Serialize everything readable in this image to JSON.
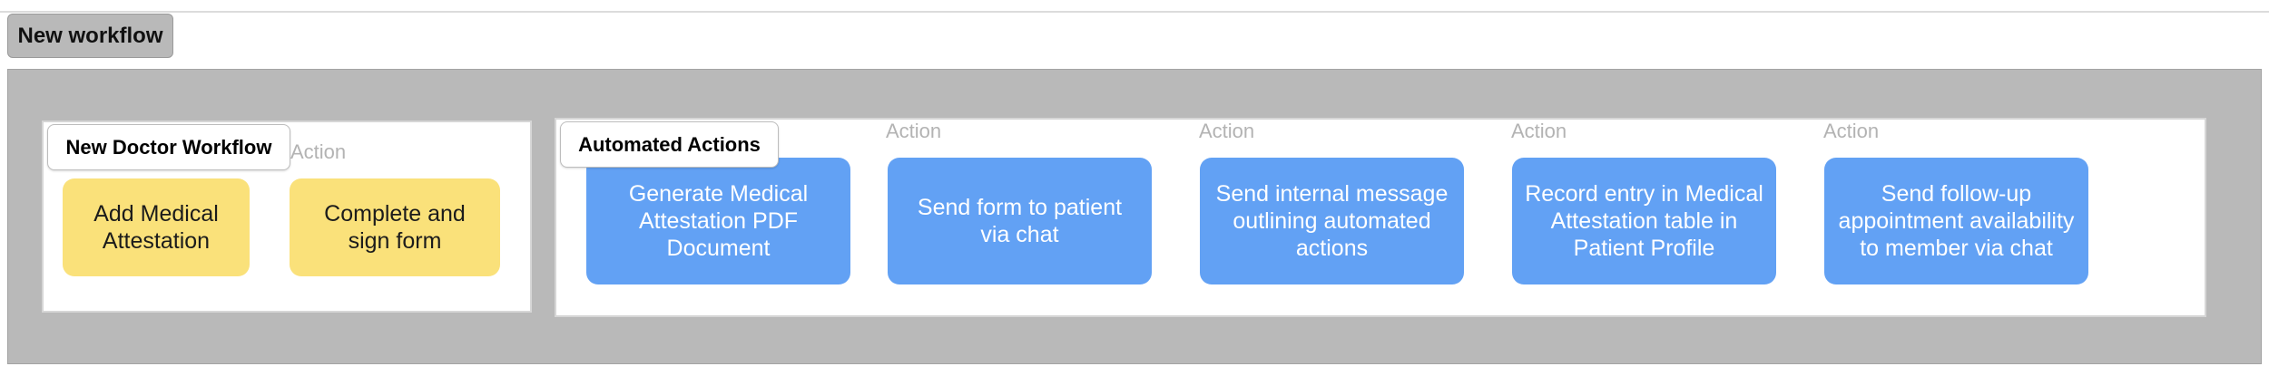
{
  "workflow_tab": {
    "label": "New workflow"
  },
  "colors": {
    "canvas_bg": "#b9b9b9",
    "manual_node": "#fae17a",
    "automated_node": "#62a1f4",
    "caption_text": "#b3b3b3"
  },
  "groups": [
    {
      "label": "New Doctor Workflow",
      "caption": "Action",
      "nodes": [
        {
          "text": "Add Medical Attestation"
        },
        {
          "text": "Complete and sign form"
        }
      ]
    },
    {
      "label": "Automated Actions",
      "captions": [
        "Action",
        "Action",
        "Action",
        "Action"
      ],
      "nodes": [
        {
          "text": "Generate Medical Attestation PDF Document"
        },
        {
          "text": "Send form to patient via chat"
        },
        {
          "text": "Send internal message outlining automated actions"
        },
        {
          "text": "Record entry in Medical Attestation table in Patient Profile"
        },
        {
          "text": "Send follow-up appointment availability to member via chat"
        }
      ]
    }
  ]
}
